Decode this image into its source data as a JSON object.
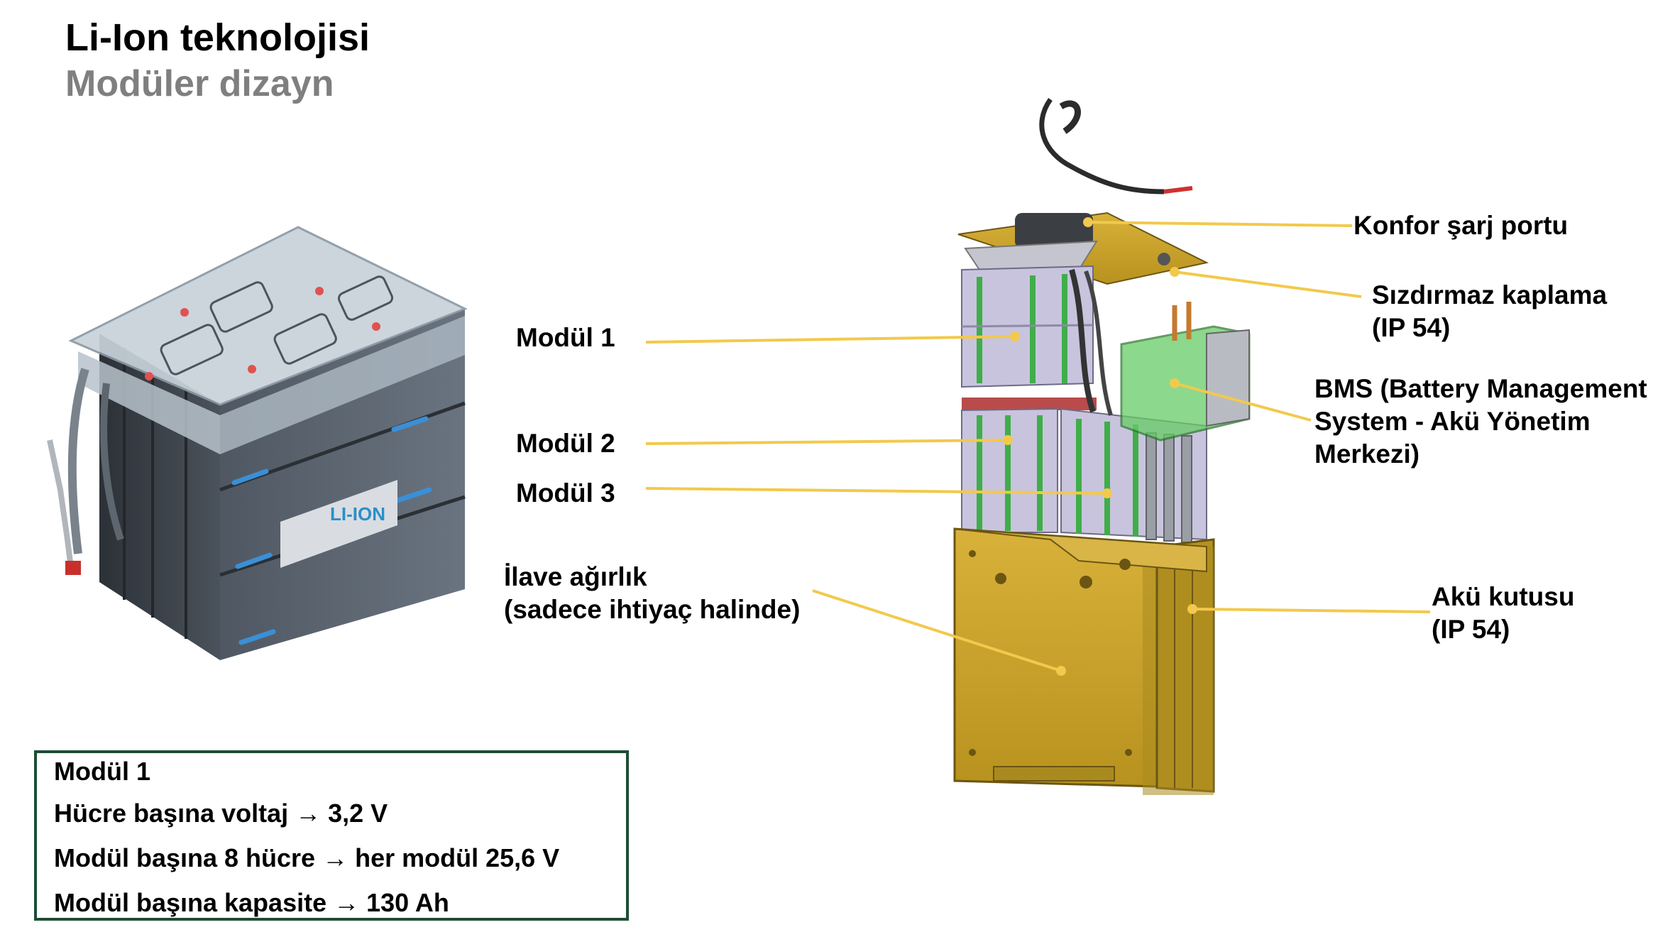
{
  "page": {
    "title": "Li-Ion teknolojisi",
    "subtitle": "Modüler dizayn"
  },
  "colors": {
    "leader_line": "#f2c94c",
    "box_border": "#1d4d34",
    "subtitle": "#7f7f7f",
    "casing_gold": "#c9a227",
    "module_lavender": "#c8c4dd",
    "cell_green": "#3fae49",
    "bms_green": "#66cc66"
  },
  "product_photo": {
    "logo_text": "LI-ION"
  },
  "callouts": {
    "modul1": "Modül 1",
    "modul2": "Modül 2",
    "modul3": "Modül 3",
    "ilave": [
      "İlave ağırlık",
      "(sadece ihtiyaç halinde)"
    ],
    "konfor": "Konfor şarj portu",
    "sizdirmaz": [
      "Sızdırmaz kaplama",
      "(IP 54)"
    ],
    "bms": [
      "BMS (Battery Management",
      "System - Akü Yönetim",
      "Merkezi)"
    ],
    "aku": [
      "Akü kutusu",
      "(IP 54)"
    ]
  },
  "info_box": {
    "lines": [
      "Modül 1",
      "Hücre başına voltaj →  3,2 V",
      "Modül başına 8 hücre → her modül 25,6 V",
      "Modül başına kapasite → 130 Ah"
    ]
  }
}
